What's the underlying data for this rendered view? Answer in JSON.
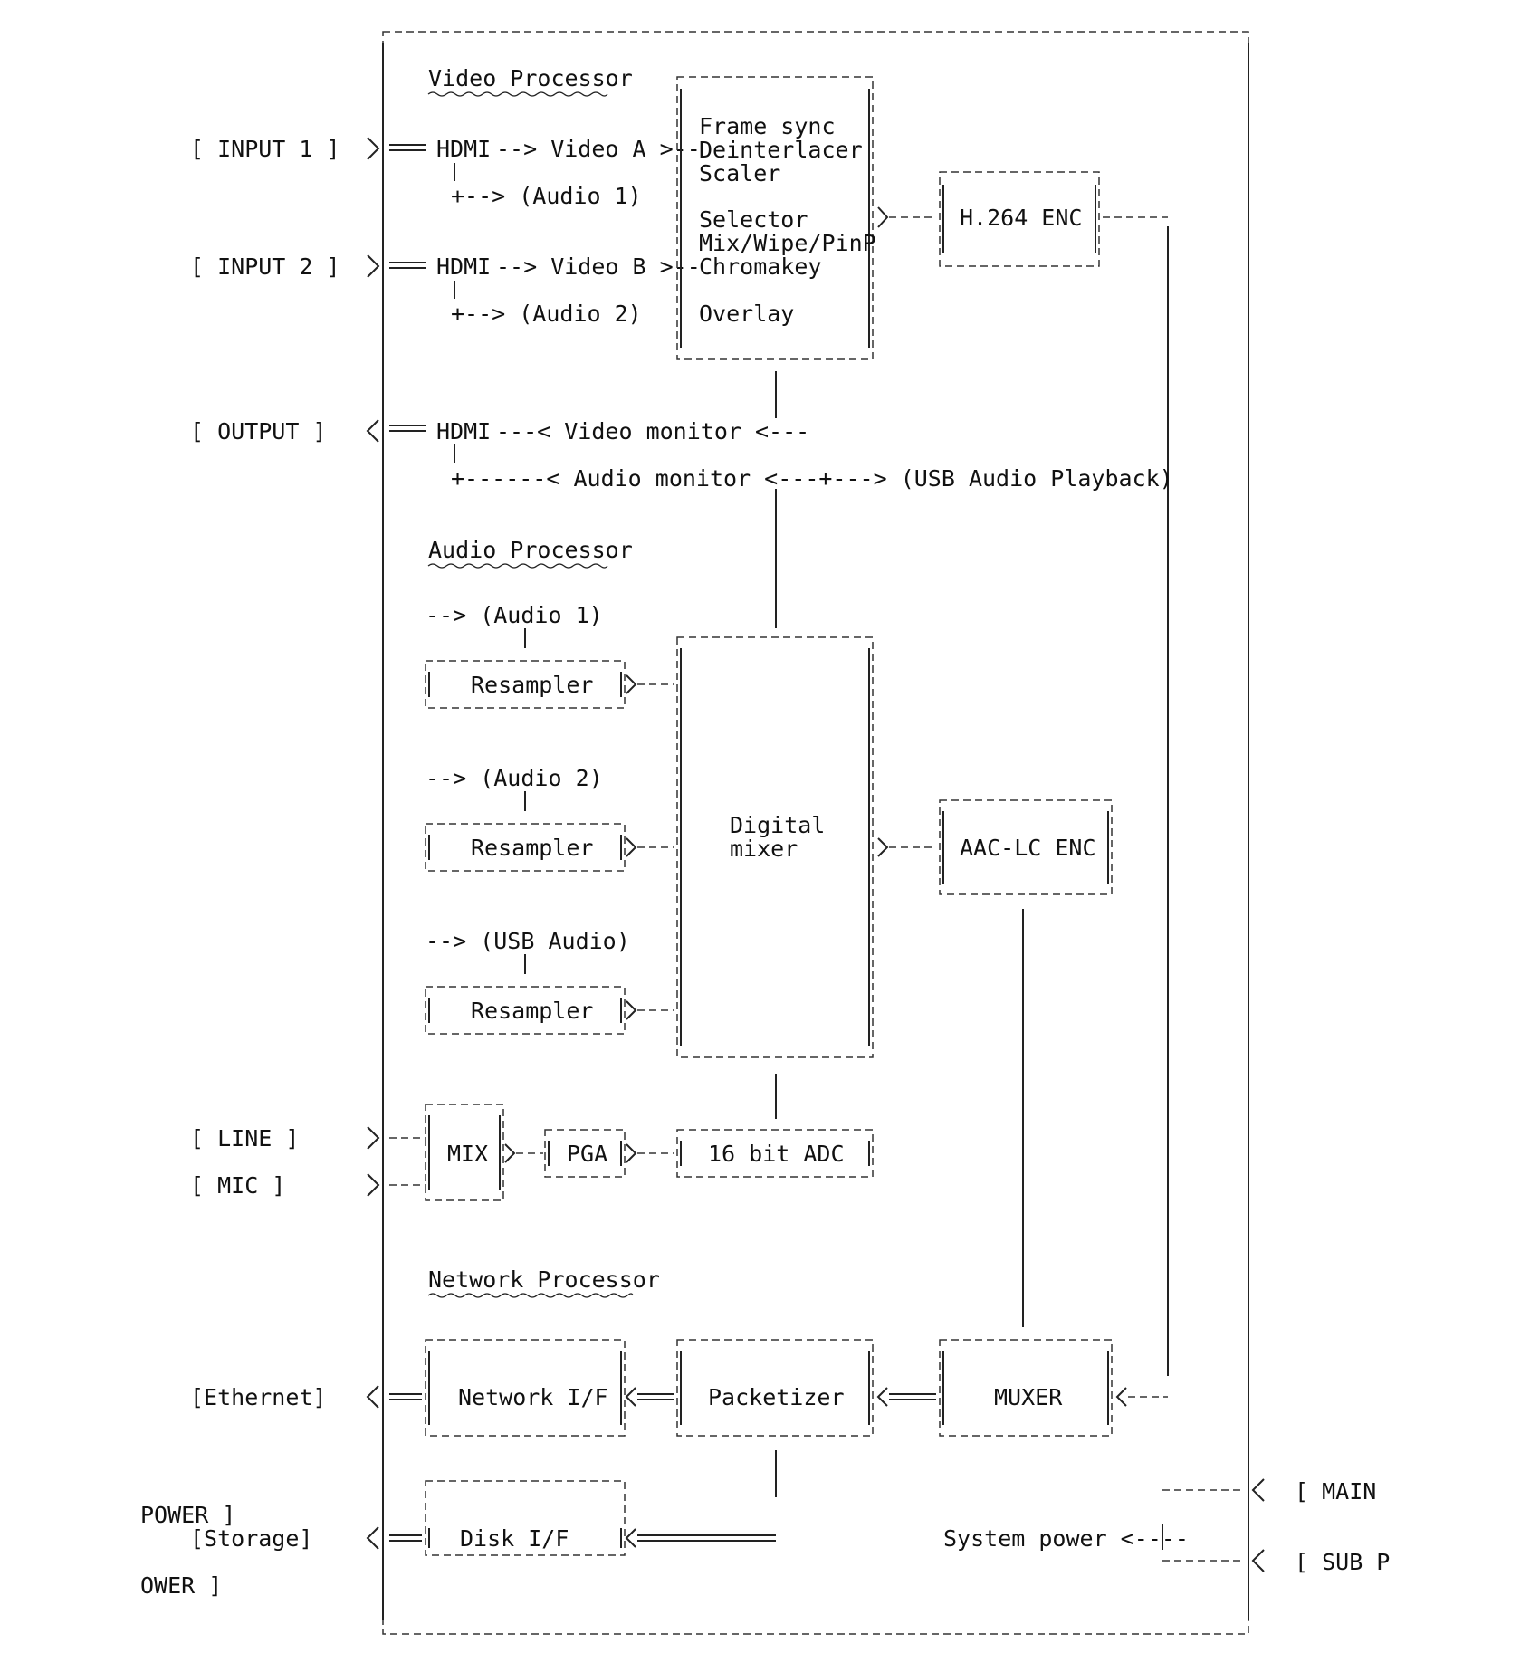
{
  "diagram": {
    "sections": {
      "video": "Video Processor",
      "audio": "Audio Processor",
      "network": "Network Processor"
    },
    "ports": {
      "input1": "[ INPUT 1 ]",
      "input2": "[ INPUT 2 ]",
      "output": "[ OUTPUT ]",
      "line": "[ LINE ]",
      "mic": "[ MIC ]",
      "ethernet": "[Ethernet]",
      "storage": "[Storage]",
      "main_power_a": "[ MAIN",
      "main_power_b": "POWER ]",
      "sub_power_a": "[ SUB P",
      "sub_power_b": "OWER ]"
    },
    "video_block": {
      "lines": [
        "Frame sync",
        "Deinterlacer",
        "Scaler",
        "",
        "Selector",
        "Mix/Wipe/PinP",
        "Chromakey",
        "",
        "Overlay"
      ]
    },
    "signals": {
      "hdmi": "HDMI",
      "video_a": "--> Video A >--",
      "audio_1_split": "+--> (Audio 1)",
      "video_b": "--> Video B >--",
      "audio_2_split": "+--> (Audio 2)",
      "video_monitor": "---< Video monitor <---",
      "audio_monitor": "+------< Audio monitor <---+---> (USB Audio Playback)",
      "audio_in_1": "--> (Audio 1)",
      "audio_in_2": "--> (Audio 2)",
      "audio_in_usb": "--> (USB Audio)",
      "system_power": "System power <----"
    },
    "blocks": {
      "h264": "H.264 ENC",
      "aac": "AAC-LC ENC",
      "resampler": "Resampler",
      "mixer_a": "Digital",
      "mixer_b": "mixer",
      "mix": "MIX",
      "pga": "PGA",
      "adc": "16 bit ADC",
      "net_if": "Network I/F",
      "packetizer": "Packetizer",
      "muxer": "MUXER",
      "disk_if": "Disk I/F"
    }
  }
}
